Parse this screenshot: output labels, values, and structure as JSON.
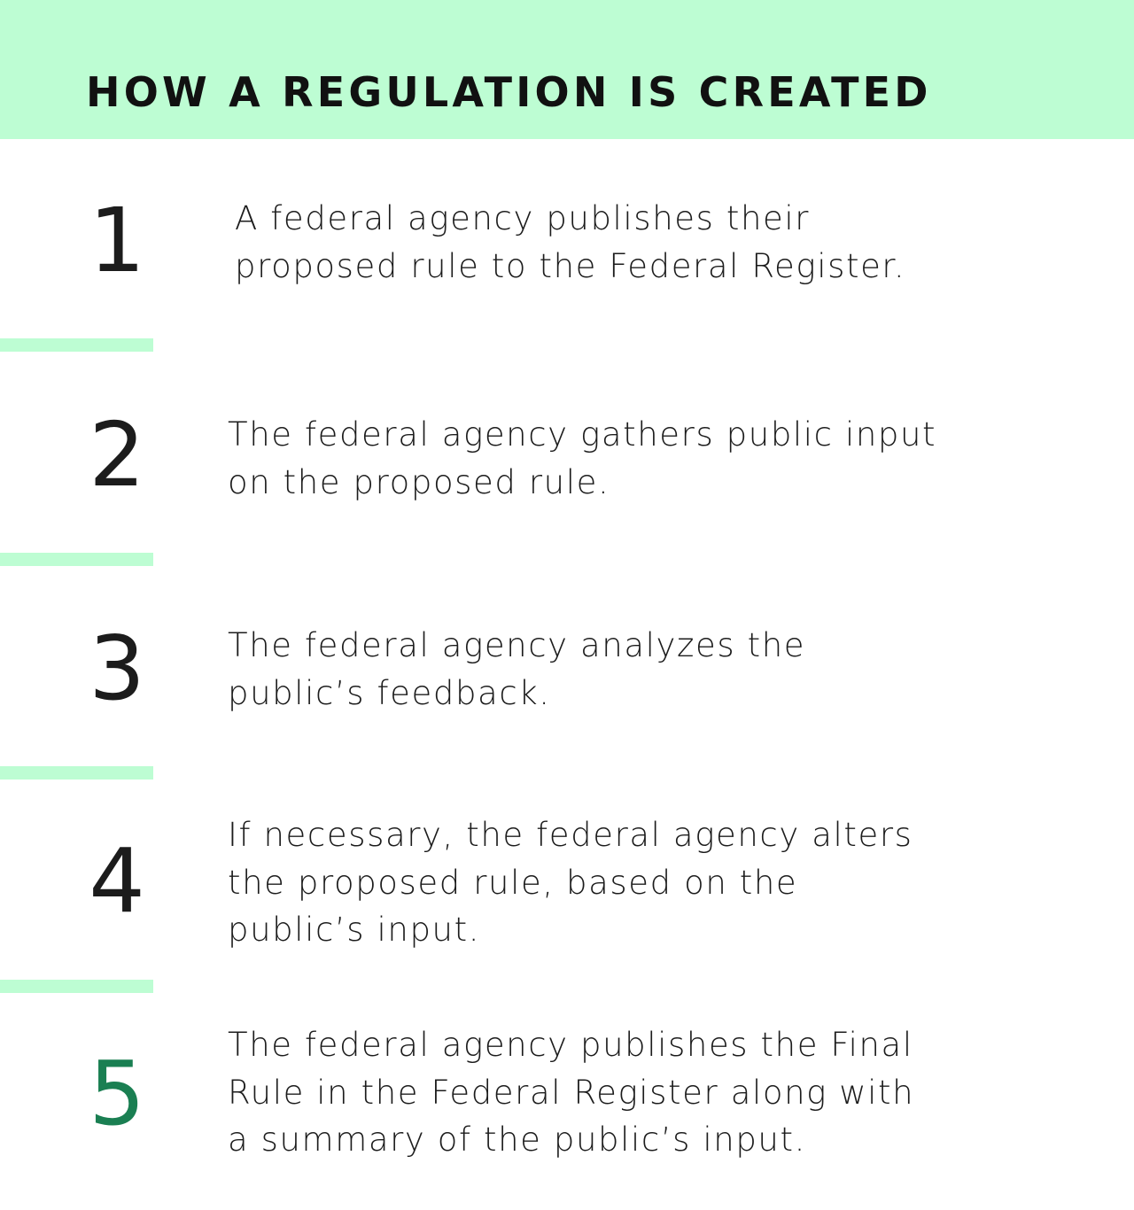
{
  "header": {
    "title": "HOW A REGULATION IS CREATED",
    "background_color": "#bdfdd3"
  },
  "colors": {
    "accent_mint": "#bdfdd3",
    "accent_green": "#1a7f52",
    "text": "#1c1c1c"
  },
  "steps": [
    {
      "number": "1",
      "lines": [
        "A federal agency publishes their",
        "proposed rule to the Federal Register."
      ]
    },
    {
      "number": "2",
      "lines": [
        "The federal agency gathers public input",
        "on the proposed rule."
      ]
    },
    {
      "number": "3",
      "lines": [
        "The federal agency analyzes the",
        "public’s feedback."
      ]
    },
    {
      "number": "4",
      "lines": [
        "If necessary, the federal agency alters",
        "the proposed rule, based on the",
        "public’s input."
      ]
    },
    {
      "number": "5",
      "lines": [
        "The federal agency publishes the Final",
        "Rule in the Federal Register along with",
        "a summary of the public’s input."
      ]
    }
  ]
}
